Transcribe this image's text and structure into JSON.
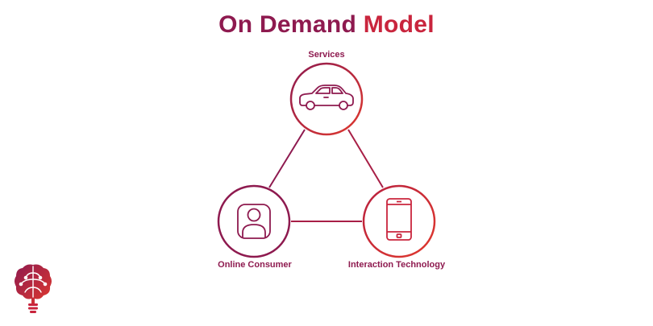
{
  "title": {
    "part1": "On Demand",
    "part2": "Model"
  },
  "nodes": {
    "services": {
      "label": "Services",
      "icon": "car-icon"
    },
    "online_consumer": {
      "label": "Online Consumer",
      "icon": "user-icon"
    },
    "interaction_technology": {
      "label": "Interaction Technology",
      "icon": "smartphone-icon"
    }
  },
  "colors": {
    "primary": "#8e1a4f",
    "secondary": "#c9253d",
    "accent": "#e0392e"
  },
  "logo": {
    "icon": "brain-lightbulb-icon"
  }
}
